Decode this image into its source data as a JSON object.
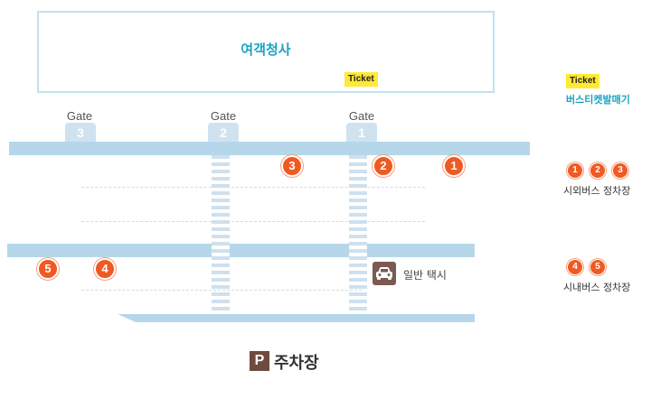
{
  "terminal": {
    "title": "여객청사",
    "ticket_badge": "Ticket"
  },
  "gates": [
    {
      "label": "Gate",
      "number": "3"
    },
    {
      "label": "Gate",
      "number": "2"
    },
    {
      "label": "Gate",
      "number": "1"
    }
  ],
  "stops": [
    "1",
    "2",
    "3",
    "4",
    "5"
  ],
  "taxi": {
    "label": "일반 택시",
    "icon": "car-icon"
  },
  "legend": {
    "ticket_badge": "Ticket",
    "ticket_text": "버스티켓발매기",
    "intercity_numbers": [
      "1",
      "2",
      "3"
    ],
    "intercity_text": "시외버스 정차장",
    "city_numbers": [
      "4",
      "5"
    ],
    "city_text": "시내버스 정차장"
  },
  "parking": {
    "symbol": "P",
    "label": "주차장"
  },
  "colors": {
    "accent": "#1ba3c2",
    "road": "#b6d7e9",
    "stop": "#f05a22",
    "ticket": "#ffe936",
    "parking": "#6e4a3f"
  }
}
